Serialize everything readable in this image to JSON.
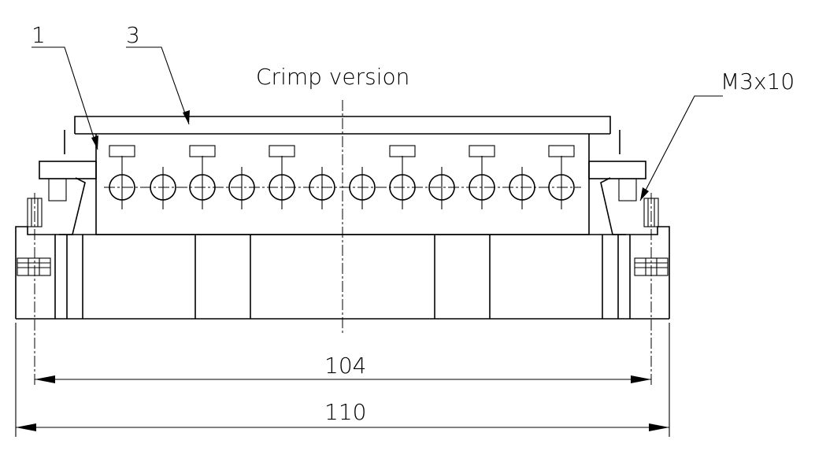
{
  "labels": {
    "callout_1": "1",
    "callout_3": "3",
    "title": "Crimp version",
    "screw": "M3x10"
  },
  "dimensions": {
    "inner": "104",
    "outer": "110"
  },
  "colors": {
    "line": "#000000",
    "background": "#ffffff"
  }
}
